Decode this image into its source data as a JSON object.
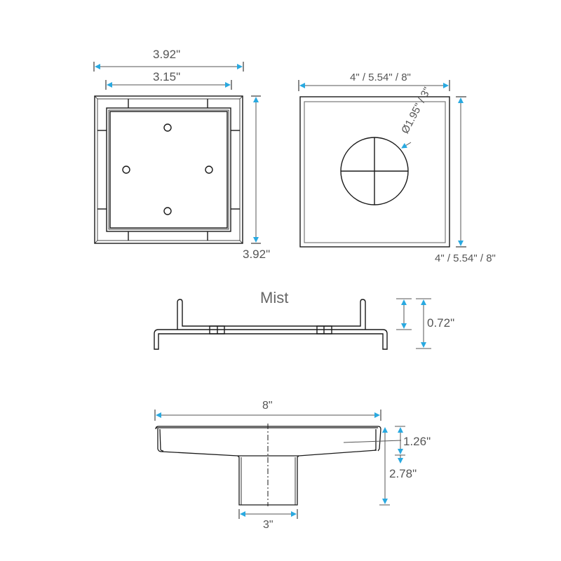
{
  "diagram": {
    "product_name": "Mist",
    "colors": {
      "line": "#1a1a1a",
      "dimension_arrow": "#29a9e0",
      "dimension_line": "#555555",
      "text": "#555555"
    },
    "top_left_view": {
      "width_outer": "3.92\"",
      "width_inner": "3.15\"",
      "height": "3.92\"",
      "holes": 4
    },
    "top_right_view": {
      "width": "4\" / 5.54\" / 8\"",
      "height": "4\" / 5.54\" / 8\"",
      "outlet_diameter": "Ø1.95\" / 3\""
    },
    "side_grate_view": {
      "height_total": "0.72\""
    },
    "section_view": {
      "width": "8\"",
      "body_height": "1.26\"",
      "total_height": "2.78\"",
      "outlet_width": "3\""
    }
  }
}
